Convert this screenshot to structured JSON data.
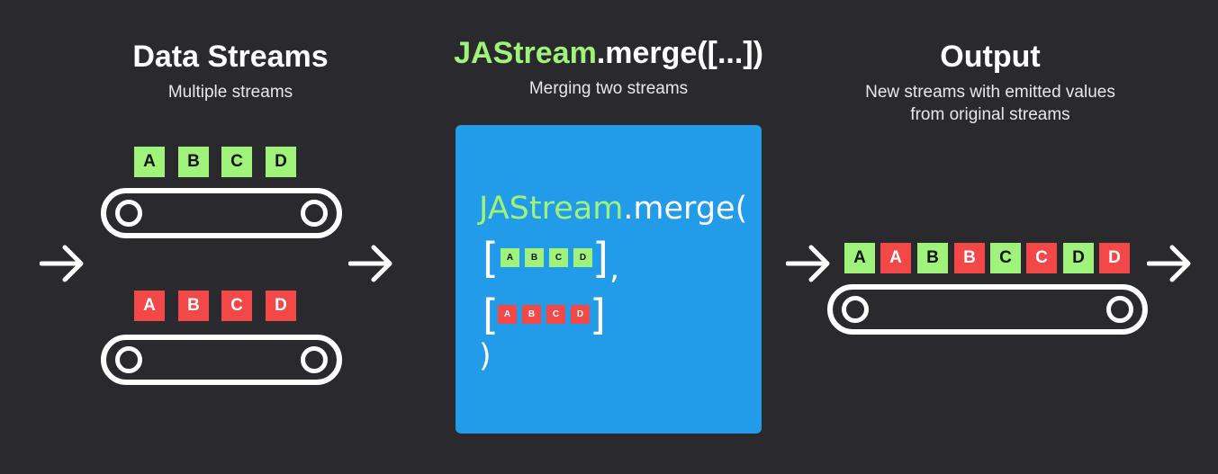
{
  "data_streams": {
    "title": "Data Streams",
    "subtitle": "Multiple streams",
    "stream1": [
      "A",
      "B",
      "C",
      "D"
    ],
    "stream2": [
      "A",
      "B",
      "C",
      "D"
    ]
  },
  "merge": {
    "title_green": "JAStream",
    "title_rest": ".merge([...])",
    "subtitle": "Merging two streams",
    "code": {
      "line1_green": "JAStream",
      "line1_rest": ".merge(",
      "comma": ",",
      "close": ")",
      "array1": [
        "A",
        "B",
        "C",
        "D"
      ],
      "array2": [
        "A",
        "B",
        "C",
        "D"
      ]
    }
  },
  "output": {
    "title": "Output",
    "subtitle_line1": "New streams with emitted values",
    "subtitle_line2": "from original streams",
    "items": [
      "A",
      "A",
      "B",
      "B",
      "C",
      "C",
      "D",
      "D"
    ]
  },
  "colors": {
    "background": "#2a292e",
    "green": "#9ff27a",
    "red": "#f34848",
    "panel": "#229be8"
  },
  "icons": [
    "arrow-right-icon",
    "conveyor-belt-icon"
  ]
}
